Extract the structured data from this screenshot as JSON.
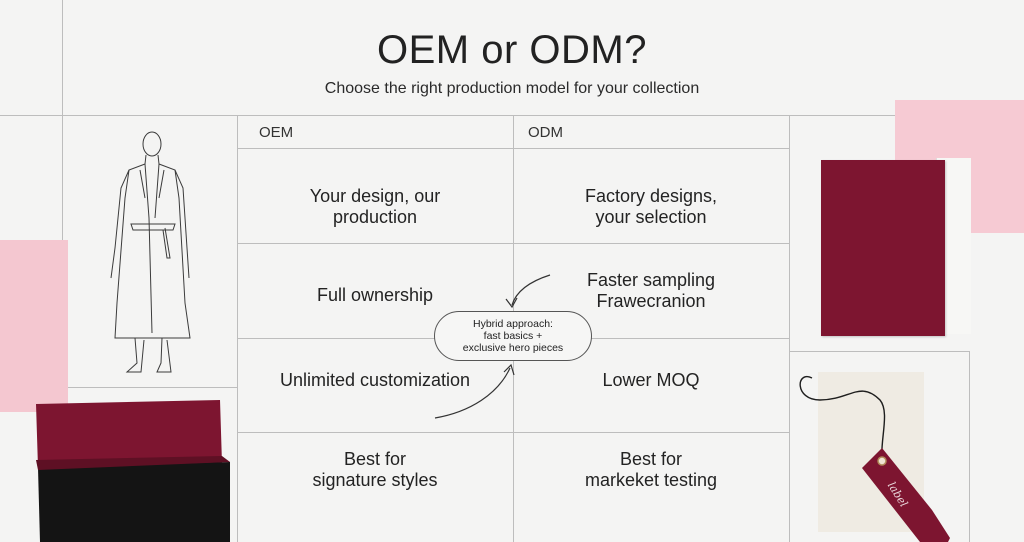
{
  "header": {
    "title": "OEM or ODM?",
    "subtitle": "Choose the right production model for your collection"
  },
  "table": {
    "columns": [
      "OEM",
      "ODM"
    ],
    "rows": [
      {
        "oem": "Your design, our\nproduction",
        "odm": "Factory designs,\nyour selection"
      },
      {
        "oem": "Full ownership",
        "odm": "Faster sampling\nFrawecranion"
      },
      {
        "oem": "Unlimited customization",
        "odm": "Lower MOQ"
      },
      {
        "oem": "Best for\nsignature styles",
        "odm": "Best for\nmarkeket testing"
      }
    ]
  },
  "callout": {
    "text": "Hybrid approach:\nfast basics +\nexclusive hero pieces"
  },
  "decor": {
    "tag_script": "label",
    "colors": {
      "burgundy": "#7d1530",
      "pink": "#f5c9d2",
      "black": "#141414",
      "cream": "#f1ede6"
    }
  }
}
